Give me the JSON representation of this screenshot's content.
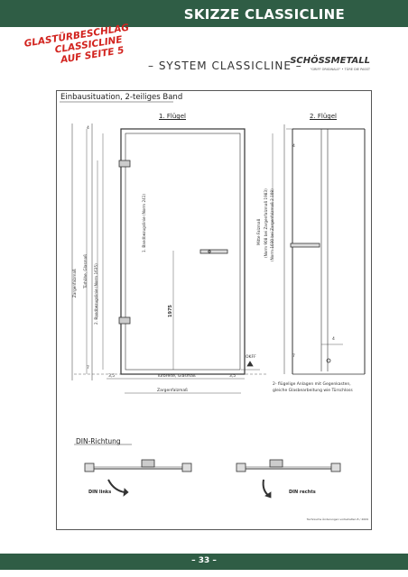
{
  "header": {
    "title": "SKIZZE CLASSICLINE"
  },
  "note": {
    "lines": [
      "GLASTÜRBESCHLAG",
      "CLASSICLINE",
      "AUF SEITE 5"
    ]
  },
  "system_title": "– SYSTEM CLASSICLINE –",
  "logo": {
    "name": "SCHÖSSMETALL",
    "tagline": "\"GRIFF ORIGINALE\" • TÜRE DIE PASST"
  },
  "section_install": "Einbausituation, 2-teiliges Band",
  "drawing": {
    "fluegel1": "1. Flügel",
    "fluegel2": "2. Flügel",
    "zargenfalzmass": "Zargenfalzmaß",
    "tuerhoehe": "Türhöhe, Glasmaß",
    "bandbezugslinie2": "2. Bandbezugslinie (Norm 1635)",
    "bandbezugslinie1": "1. Bandbezugslinie (Norm 241)",
    "mitte_falzmass": "Mitte Falzmaß",
    "norm_1": "(Norm 908 bei Zargenfalzmaß 1983)",
    "norm_2": "(Norm 1030 bei Zargenfalzmaß 2.108)",
    "dim_1975": "1975",
    "dim_35_left": "3,5",
    "dim_35_right": "3,5",
    "tuerbreite": "Türbreite, Glasmaß",
    "zargenfalz_bottom": "Zargenfalzmaß",
    "dim_4_top": "4",
    "dim_7_bottom": "7",
    "okff": "OKFF",
    "dim_4_right": "4",
    "dim_4_r2": "4",
    "dim_7_r2": "7",
    "note2": "2- flügelige Anlagen mit Gegenkasten,",
    "note2b": "gleiche Glasbearbeitung wie Türschloss"
  },
  "din": {
    "title": "DIN-Richtung",
    "left": "DIN links",
    "right": "DIN rechts"
  },
  "footnote": "Technische Änderungen vorbehalten 8 / 2009",
  "page": "– 33 –",
  "colors": {
    "brand_green": "#2f5d45",
    "note_red": "#d2231e"
  }
}
